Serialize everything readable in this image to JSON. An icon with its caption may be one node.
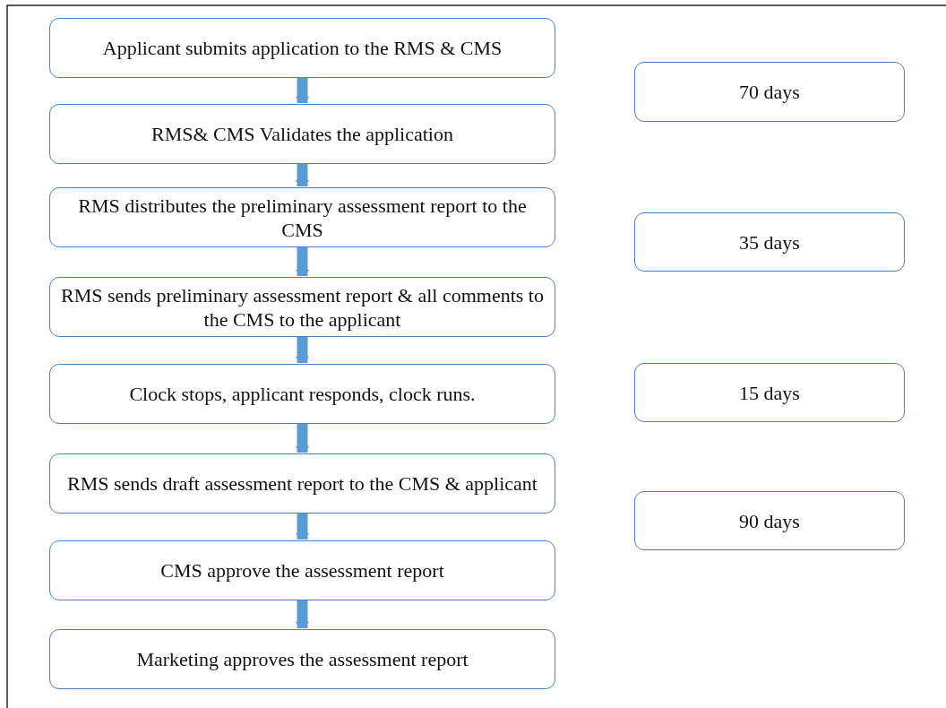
{
  "diagram": {
    "nodes": [
      {
        "text": [
          "Applicant submits application to the RMS & CMS"
        ]
      },
      {
        "text": [
          "RMS& CMS Validates the application"
        ]
      },
      {
        "text": [
          "RMS distributes the preliminary assessment report to the CMS"
        ]
      },
      {
        "text": [
          "RMS sends preliminary assessment report & all comments to the CMS to the applicant"
        ]
      },
      {
        "text": [
          "Clock stops, applicant responds, clock runs."
        ]
      },
      {
        "text": [
          "RMS sends draft assessment report to the CMS & applicant"
        ]
      },
      {
        "text": [
          "CMS approve the assessment report"
        ]
      },
      {
        "text": [
          "Marketing approves the assessment report"
        ]
      },
      {
        "text": [
          "70 days"
        ]
      },
      {
        "text": [
          "35 days"
        ]
      },
      {
        "text": [
          "15 days"
        ]
      },
      {
        "text": [
          "90 days"
        ]
      }
    ],
    "edges": [
      {
        "from": 0,
        "to": 1,
        "arrow": "to"
      },
      {
        "from": 1,
        "to": 2,
        "arrow": "to"
      },
      {
        "from": 2,
        "to": 3,
        "arrow": "to"
      },
      {
        "from": 3,
        "to": 4,
        "arrow": "to"
      },
      {
        "from": 4,
        "to": 5,
        "arrow": "to"
      },
      {
        "from": 5,
        "to": 6,
        "arrow": "to"
      },
      {
        "from": 6,
        "to": 7,
        "arrow": "to"
      }
    ]
  }
}
